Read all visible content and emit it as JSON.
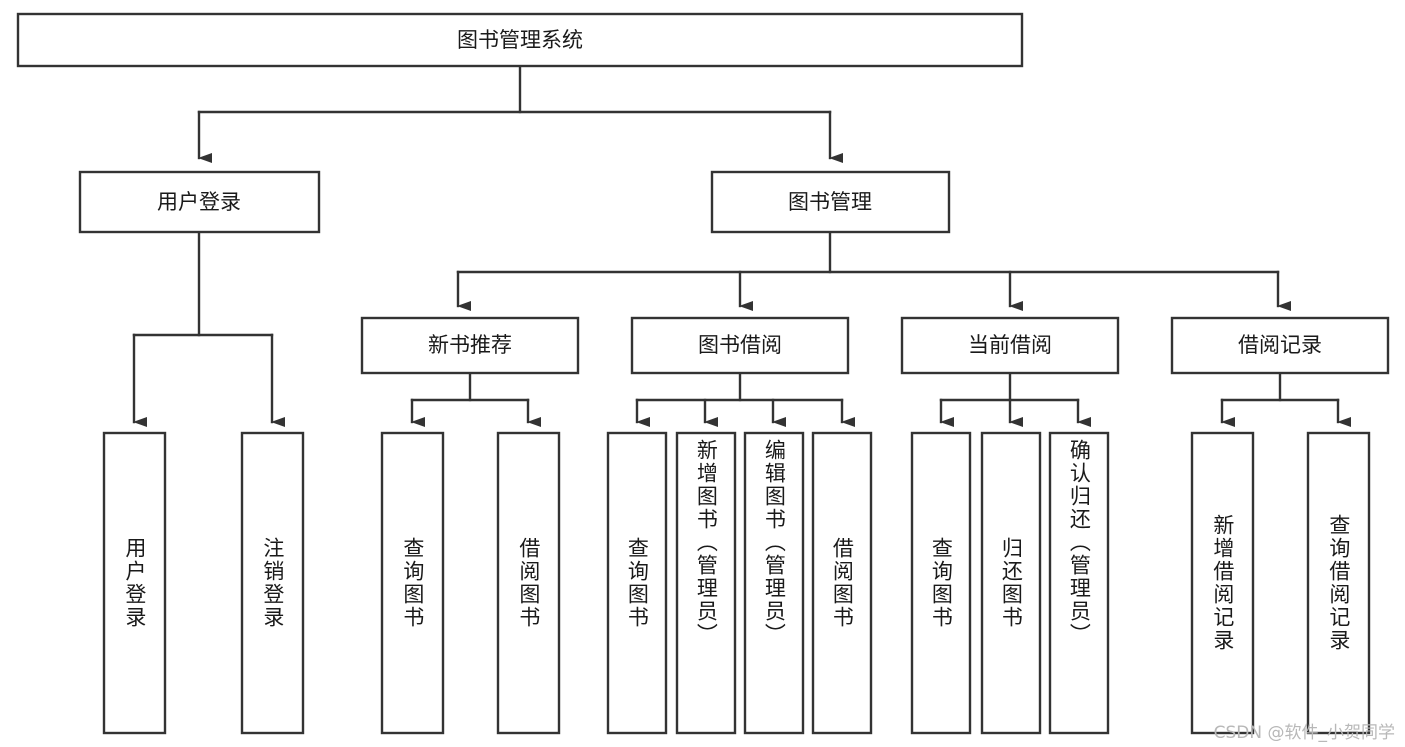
{
  "diagram": {
    "type": "tree",
    "title": "图书管理系统",
    "watermark": "CSDN @软件_小贺同学",
    "colors": {
      "background": "#ffffff",
      "stroke": "#333333",
      "text": "#1a1a1a",
      "watermark": "#b8b8b8"
    },
    "nodes": {
      "root": {
        "label": "图书管理系统",
        "orientation": "horizontal"
      },
      "level2": [
        {
          "id": "user-login",
          "label": "用户登录",
          "orientation": "horizontal"
        },
        {
          "id": "book-manage",
          "label": "图书管理",
          "orientation": "horizontal"
        }
      ],
      "level3": [
        {
          "id": "new-book-recommend",
          "label": "新书推荐",
          "orientation": "horizontal"
        },
        {
          "id": "book-borrow",
          "label": "图书借阅",
          "orientation": "horizontal"
        },
        {
          "id": "current-borrow",
          "label": "当前借阅",
          "orientation": "horizontal"
        },
        {
          "id": "borrow-record",
          "label": "借阅记录",
          "orientation": "horizontal"
        }
      ],
      "leaves": [
        {
          "id": "leaf-user-login",
          "label": "用户登录",
          "parent": "user-login",
          "orientation": "vertical"
        },
        {
          "id": "leaf-logout-login",
          "label": "注销登录",
          "parent": "user-login",
          "orientation": "vertical"
        },
        {
          "id": "leaf-query-book-1",
          "label": "查询图书",
          "parent": "new-book-recommend",
          "orientation": "vertical"
        },
        {
          "id": "leaf-borrow-book-1",
          "label": "借阅图书",
          "parent": "new-book-recommend",
          "orientation": "vertical"
        },
        {
          "id": "leaf-query-book-2",
          "label": "查询图书",
          "parent": "book-borrow",
          "orientation": "vertical"
        },
        {
          "id": "leaf-add-book",
          "label": "新增图书（管理员）",
          "parent": "book-borrow",
          "orientation": "vertical"
        },
        {
          "id": "leaf-edit-book",
          "label": "编辑图书（管理员）",
          "parent": "book-borrow",
          "orientation": "vertical"
        },
        {
          "id": "leaf-borrow-book-2",
          "label": "借阅图书",
          "parent": "book-borrow",
          "orientation": "vertical"
        },
        {
          "id": "leaf-query-book-3",
          "label": "查询图书",
          "parent": "current-borrow",
          "orientation": "vertical"
        },
        {
          "id": "leaf-return-book",
          "label": "归还图书",
          "parent": "current-borrow",
          "orientation": "vertical"
        },
        {
          "id": "leaf-confirm-return",
          "label": "确认归还（管理员）",
          "parent": "current-borrow",
          "orientation": "vertical"
        },
        {
          "id": "leaf-add-record",
          "label": "新增借阅记录",
          "parent": "borrow-record",
          "orientation": "vertical"
        },
        {
          "id": "leaf-query-record",
          "label": "查询借阅记录",
          "parent": "borrow-record",
          "orientation": "vertical"
        }
      ]
    }
  }
}
